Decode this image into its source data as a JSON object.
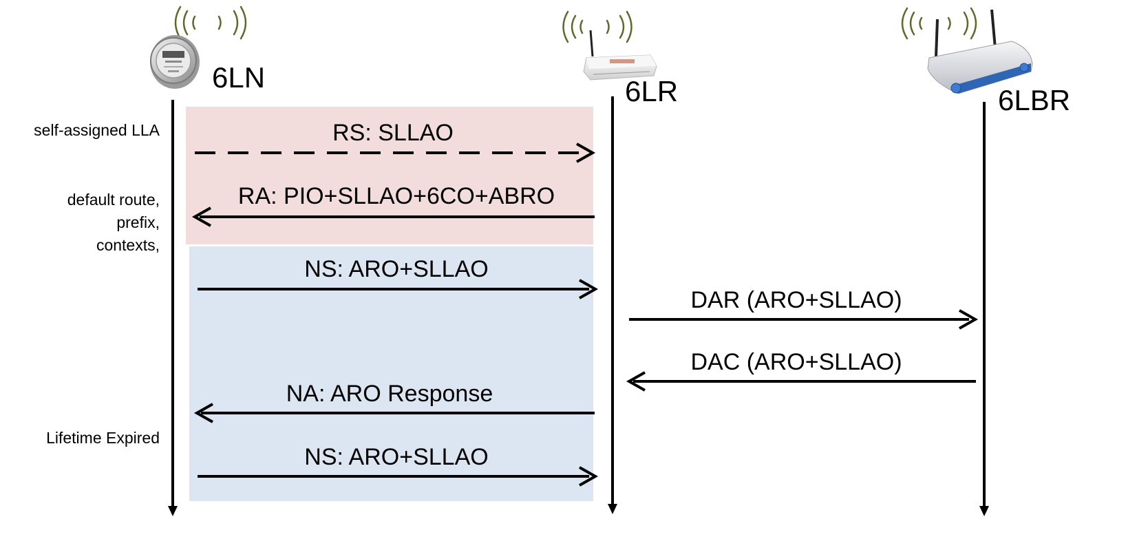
{
  "nodes": {
    "ln": {
      "label": "6LN",
      "icon": "smart-meter-icon"
    },
    "lr": {
      "label": "6LR",
      "icon": "router-icon"
    },
    "lbr": {
      "label": "6LBR",
      "icon": "border-router-icon"
    }
  },
  "notes": {
    "self_assigned": "self-assigned LLA",
    "default_route": "default route,",
    "prefix": "prefix,",
    "contexts": "contexts,",
    "lifetime": "Lifetime Expired"
  },
  "messages": {
    "rs": "RS: SLLAO",
    "ra": "RA: PIO+SLLAO+6CO+ABRO",
    "ns1": "NS: ARO+SLLAO",
    "dar": "DAR (ARO+SLLAO)",
    "dac": "DAC (ARO+SLLAO)",
    "na": "NA: ARO Response",
    "ns2": "NS: ARO+SLLAO"
  },
  "colors": {
    "router_phase_bg": "#f2dcdc",
    "registration_phase_bg": "#dce6f2",
    "wifi_wave": "#5e6a2a",
    "line": "#000000"
  }
}
